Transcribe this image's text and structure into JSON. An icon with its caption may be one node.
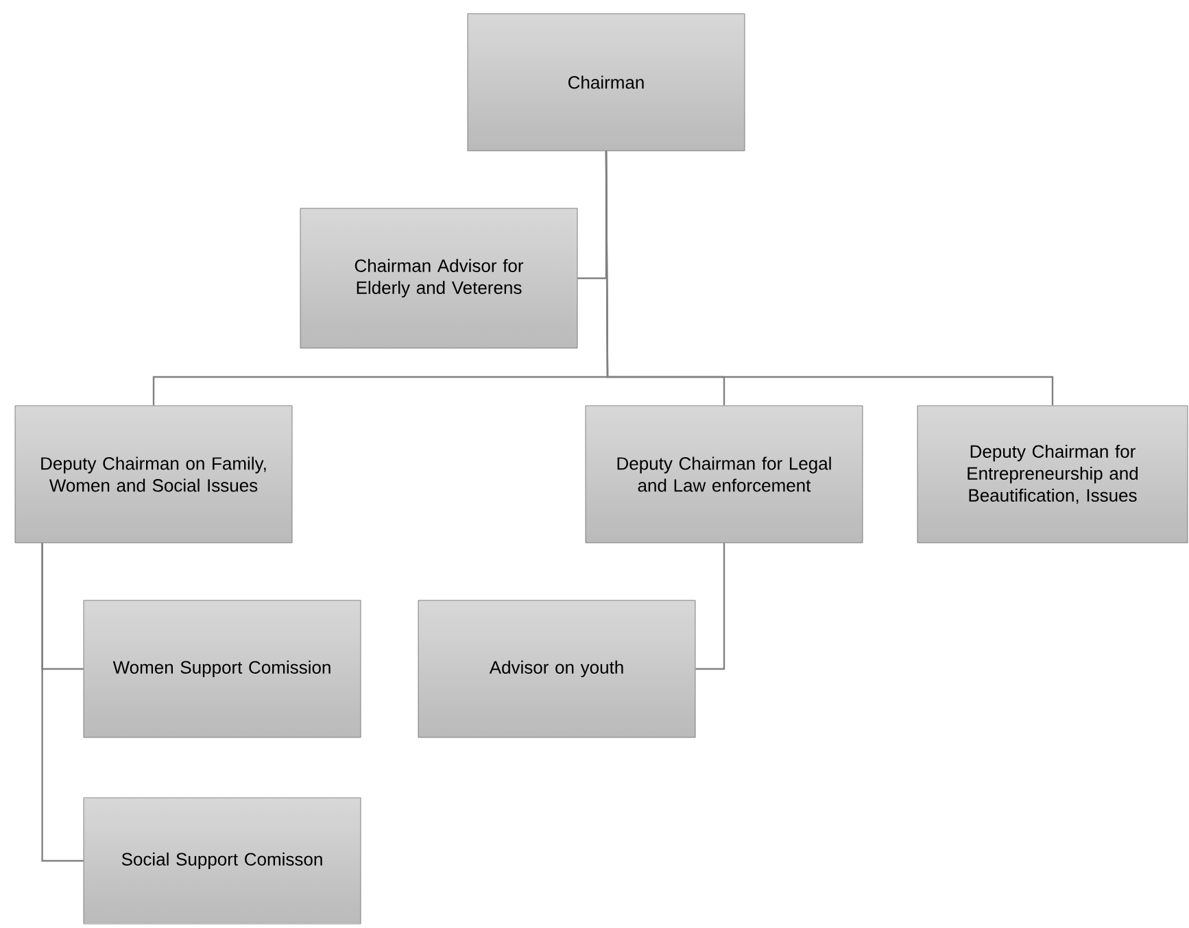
{
  "diagram": {
    "nodes": [
      {
        "text": [
          "Chairman"
        ]
      },
      {
        "text": [
          "Chairman Advisor for Elderly and Veterens"
        ]
      },
      {
        "text": [
          "Deputy Chairman on Family, Women and Social Issues"
        ]
      },
      {
        "text": [
          "Deputy Chairman for Legal and Law enforcement"
        ]
      },
      {
        "text": [
          "Deputy Chairman for Entrepreneurship and Beautification, Issues"
        ]
      },
      {
        "text": [
          "Women Support Comission"
        ]
      },
      {
        "text": [
          "Advisor on youth"
        ]
      },
      {
        "text": [
          "Social Support Comisson"
        ]
      }
    ],
    "edges": [
      {
        "from": 0,
        "to": 1,
        "arrow": "none"
      },
      {
        "from": 0,
        "to": 2,
        "arrow": "none"
      },
      {
        "from": 0,
        "to": 3,
        "arrow": "none"
      },
      {
        "from": 0,
        "to": 4,
        "arrow": "none"
      },
      {
        "from": 2,
        "to": 5,
        "arrow": "none"
      },
      {
        "from": 3,
        "to": 6,
        "arrow": "none"
      },
      {
        "from": 2,
        "to": 7,
        "arrow": "none"
      }
    ]
  }
}
